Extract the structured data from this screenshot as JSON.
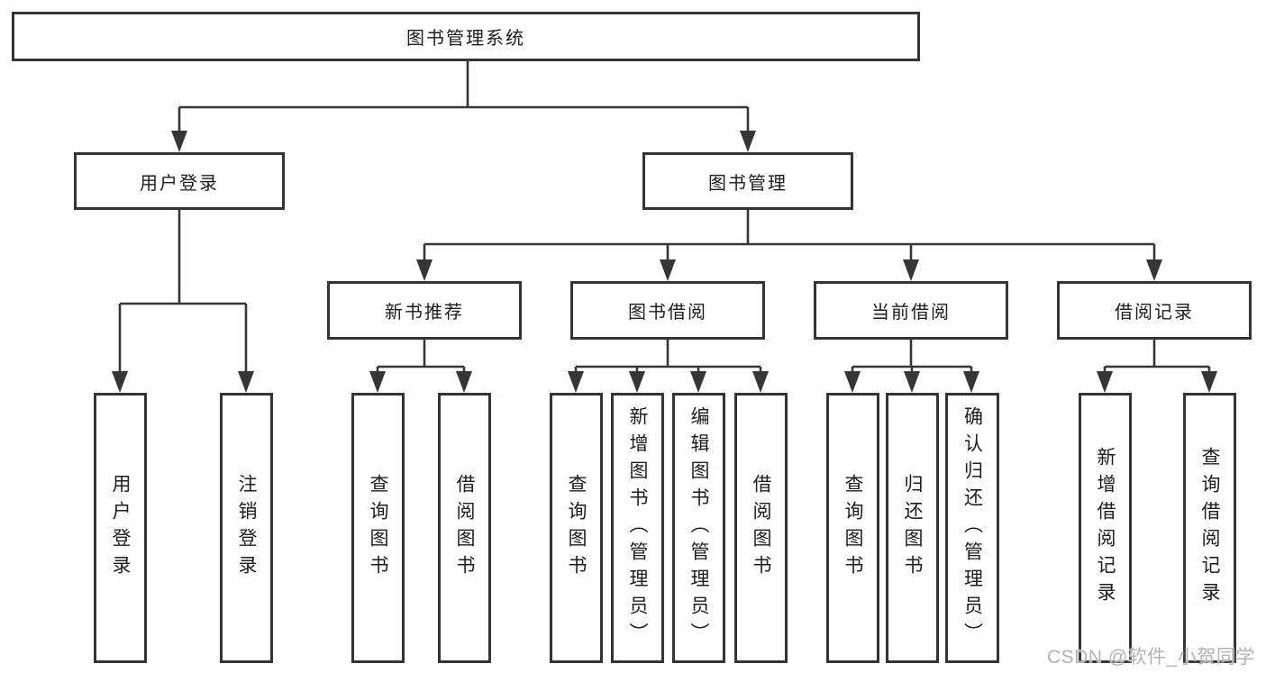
{
  "diagram": {
    "root": {
      "label": "图书管理系统"
    },
    "branches": [
      {
        "label": "用户登录",
        "children": [
          {
            "label": "用户登录"
          },
          {
            "label": "注销登录"
          }
        ]
      },
      {
        "label": "图书管理",
        "children": [
          {
            "label": "新书推荐",
            "children": [
              {
                "label": "查询图书"
              },
              {
                "label": "借阅图书"
              }
            ]
          },
          {
            "label": "图书借阅",
            "children": [
              {
                "label": "查询图书"
              },
              {
                "label": "新增图书（管理员）"
              },
              {
                "label": "编辑图书（管理员）"
              },
              {
                "label": "借阅图书"
              }
            ]
          },
          {
            "label": "当前借阅",
            "children": [
              {
                "label": "查询图书"
              },
              {
                "label": "归还图书"
              },
              {
                "label": "确认归还（管理员）"
              }
            ]
          },
          {
            "label": "借阅记录",
            "children": [
              {
                "label": "新增借阅记录"
              },
              {
                "label": "查询借阅记录"
              }
            ]
          }
        ]
      }
    ]
  },
  "watermark": {
    "text": "CSDN @软件_小贺同学"
  },
  "colors": {
    "line": "#363636",
    "border": "#343434",
    "text": "#1d1d1d",
    "watermark": "#b3b3b3",
    "background": "#ffffff"
  }
}
